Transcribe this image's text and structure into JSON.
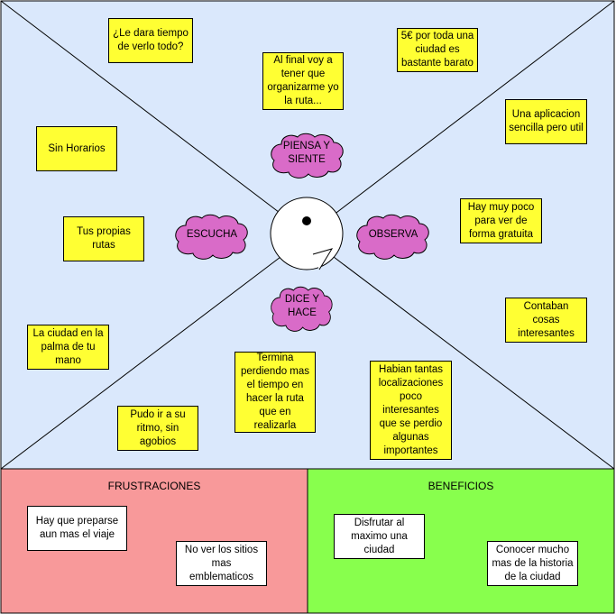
{
  "colors": {
    "map_bg": "#dae8fc",
    "frustraciones_bg": "#f8999a",
    "beneficios_bg": "#88ff4d",
    "sticky": "#ffff33",
    "cloud": "#d96bc8"
  },
  "quadrants": {
    "piensa": "PIENSA Y SIENTE",
    "escucha": "ESCUCHA",
    "observa": "OBSERVA",
    "dice": "DICE Y HACE"
  },
  "notes": {
    "tiempo": "¿Le dara tiempo de verlo todo?",
    "organizar": "Al final voy a tener que organizarme yo la ruta...",
    "precio": "5€ por toda una ciudad es bastante barato",
    "aplicacion": "Una aplicacion sencilla pero util",
    "horarios": "Sin Horarios",
    "rutas": "Tus propias rutas",
    "gratuita": "Hay muy poco para ver de forma gratuita",
    "cosas": "Contaban cosas interesantes",
    "palma": "La ciudad en la palma de tu mano",
    "ritmo": "Pudo ir a su ritmo, sin agobios",
    "perdiendo": "Termina perdiendo mas el tiempo en hacer la ruta que en realizarla",
    "localizaciones": "Habian tantas localizaciones poco interesantes que se perdio algunas importantes"
  },
  "frustraciones": {
    "title": "FRUSTRACIONES",
    "items": [
      "Hay que preparse aun mas el viaje",
      "No ver los sitios mas emblematicos"
    ]
  },
  "beneficios": {
    "title": "BENEFICIOS",
    "items": [
      "Disfrutar al maximo una ciudad",
      "Conocer mucho mas de la historia de la ciudad"
    ]
  }
}
